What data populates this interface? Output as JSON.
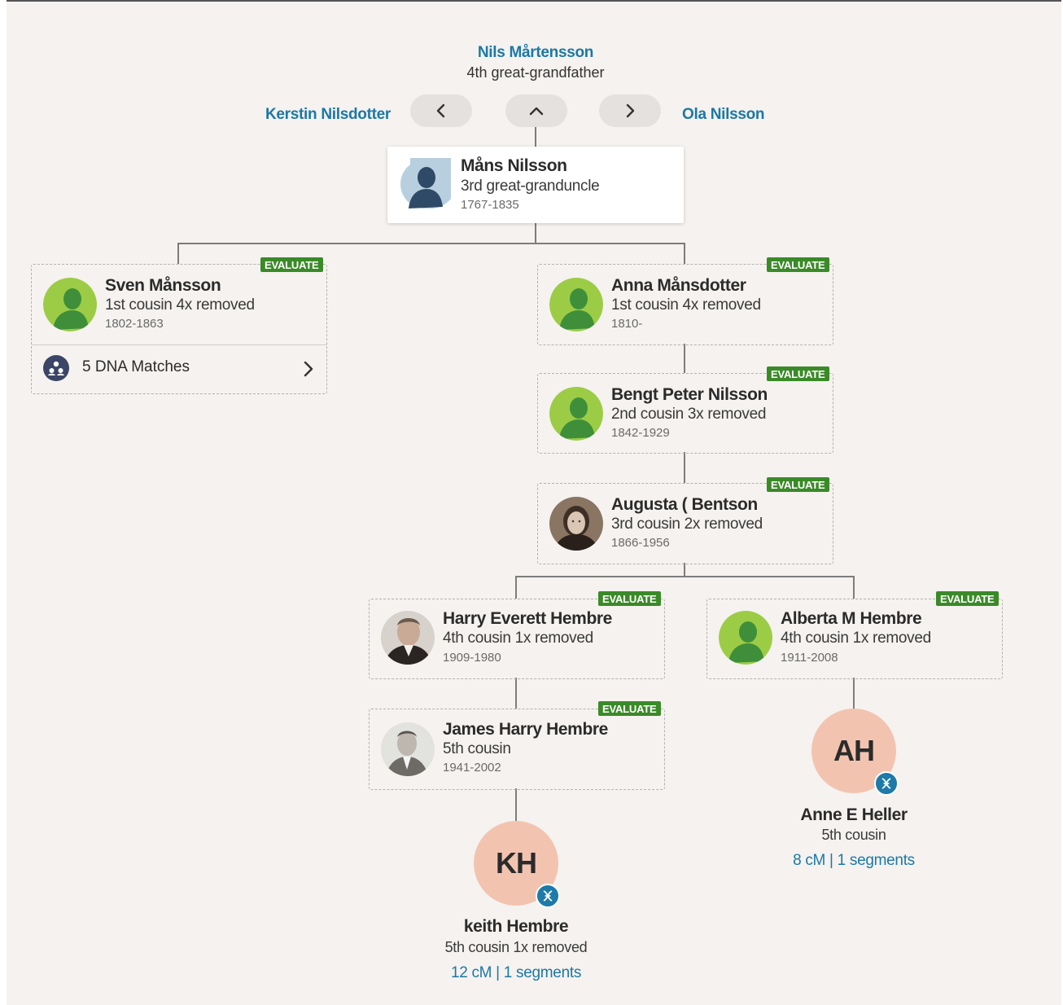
{
  "ancestor": {
    "name": "Nils Mårtensson",
    "relation": "4th great-grandfather"
  },
  "nav": {
    "left_name": "Kerstin Nilsdotter",
    "right_name": "Ola Nilsson"
  },
  "root": {
    "name": "Måns Nilsson",
    "relation": "3rd great-granduncle",
    "years": "1767-1835"
  },
  "people": {
    "sven": {
      "name": "Sven Månsson",
      "relation": "1st cousin 4x removed",
      "years": "1802-1863",
      "badge": "EVALUATE"
    },
    "anna": {
      "name": "Anna Månsdotter",
      "relation": "1st cousin 4x removed",
      "years": "1810-",
      "badge": "EVALUATE"
    },
    "bengt": {
      "name": "Bengt Peter Nilsson",
      "relation": "2nd cousin 3x removed",
      "years": "1842-1929",
      "badge": "EVALUATE"
    },
    "augusta": {
      "name": "Augusta ( Bentson",
      "relation": "3rd cousin 2x removed",
      "years": "1866-1956",
      "badge": "EVALUATE"
    },
    "harry": {
      "name": "Harry Everett Hembre",
      "relation": "4th cousin 1x removed",
      "years": "1909-1980",
      "badge": "EVALUATE"
    },
    "alberta": {
      "name": "Alberta M Hembre",
      "relation": "4th cousin 1x removed",
      "years": "1911-2008",
      "badge": "EVALUATE"
    },
    "james": {
      "name": "James Harry Hembre",
      "relation": "5th cousin",
      "years": "1941-2002",
      "badge": "EVALUATE"
    }
  },
  "dna_matches": {
    "label": "5 DNA Matches"
  },
  "matches": {
    "keith": {
      "initials": "KH",
      "name": "keith Hembre",
      "relation": "5th cousin 1x removed",
      "shared": "12 cM | 1 segments"
    },
    "anne": {
      "initials": "AH",
      "name": "Anne E Heller",
      "relation": "5th cousin",
      "shared": "8 cM | 1 segments"
    }
  },
  "colors": {
    "link": "#1c78a6",
    "badge": "#3a8a28",
    "initials_bg": "#f2c4b0",
    "dna_badge": "#1e7aa8"
  }
}
